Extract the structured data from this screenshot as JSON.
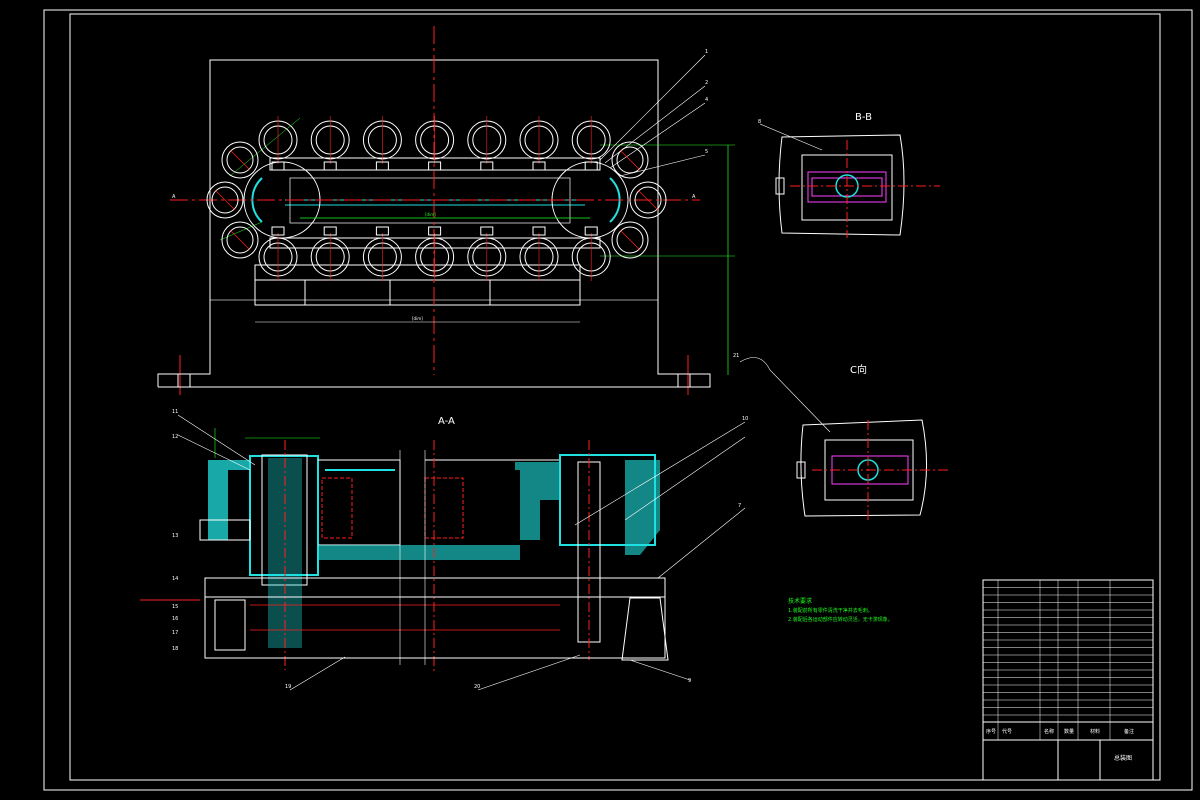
{
  "drawing": {
    "section_bb": "B-B",
    "view_c": "C向",
    "section_aa": "A-A",
    "roller_count_top": 7,
    "roller_count_bottom": 7
  },
  "balloons": [
    "1",
    "2",
    "4",
    "5",
    "8",
    "7",
    "9",
    "10",
    "11",
    "12",
    "13",
    "14",
    "15",
    "16",
    "17",
    "18",
    "19",
    "20",
    "21"
  ],
  "tech_requirements": {
    "title": "技术要求",
    "line1": "1.装配前所有零件清洗干净并去毛刺。",
    "line2": "2.装配后各运动部件应转动灵活，无卡滞现象。"
  },
  "title_block": {
    "drawing_name": "总装图",
    "header_seq": "序号",
    "header_code": "代号",
    "header_name": "名称",
    "header_qty": "数量",
    "header_material": "材料",
    "header_note": "备注"
  },
  "colors": {
    "line": "#ffffff",
    "center": "#ff2020",
    "section": "#20e0e0",
    "dimension": "#1eff1e",
    "hidden": "#ff40ff",
    "background": "#000000"
  }
}
